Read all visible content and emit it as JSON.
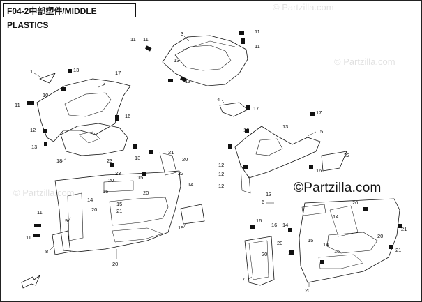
{
  "diagram": {
    "title": "F04-2中部塑件/MIDDLE PLASTICS",
    "watermark": "©Partzilla.com",
    "watermark_faint": [
      "© Partzilla.com",
      "© Partzilla.com",
      "© Partzilla.com"
    ],
    "callouts": [
      {
        "id": "c1",
        "label": "1"
      },
      {
        "id": "c2",
        "label": "2"
      },
      {
        "id": "c3",
        "label": "3"
      },
      {
        "id": "c4",
        "label": "4"
      },
      {
        "id": "c5",
        "label": "5"
      },
      {
        "id": "c6",
        "label": "6"
      },
      {
        "id": "c7",
        "label": "7"
      },
      {
        "id": "c8",
        "label": "8"
      },
      {
        "id": "c9",
        "label": "9"
      },
      {
        "id": "c10a",
        "label": "10"
      },
      {
        "id": "c10b",
        "label": "10"
      },
      {
        "id": "c11a",
        "label": "11"
      },
      {
        "id": "c11b",
        "label": "11"
      },
      {
        "id": "c11c",
        "label": "11"
      },
      {
        "id": "c11d",
        "label": "11"
      },
      {
        "id": "c11e",
        "label": "11"
      },
      {
        "id": "c12a",
        "label": "12"
      },
      {
        "id": "c12b",
        "label": "12"
      },
      {
        "id": "c12c",
        "label": "12"
      },
      {
        "id": "c12d",
        "label": "12"
      },
      {
        "id": "c13a",
        "label": "13"
      },
      {
        "id": "c13b",
        "label": "13"
      },
      {
        "id": "c13c",
        "label": "13"
      },
      {
        "id": "c13d",
        "label": "13"
      },
      {
        "id": "c13e",
        "label": "13"
      },
      {
        "id": "c13f",
        "label": "13"
      },
      {
        "id": "c13g",
        "label": "13"
      },
      {
        "id": "c13h",
        "label": "13"
      },
      {
        "id": "c14a",
        "label": "14"
      },
      {
        "id": "c14b",
        "label": "14"
      },
      {
        "id": "c14c",
        "label": "14"
      },
      {
        "id": "c14d",
        "label": "14"
      },
      {
        "id": "c14e",
        "label": "14"
      },
      {
        "id": "c15a",
        "label": "15"
      },
      {
        "id": "c15b",
        "label": "15"
      },
      {
        "id": "c15c",
        "label": "15"
      },
      {
        "id": "c15d",
        "label": "15"
      },
      {
        "id": "c15e",
        "label": "15"
      },
      {
        "id": "c16a",
        "label": "16"
      },
      {
        "id": "c16b",
        "label": "16"
      },
      {
        "id": "c16c",
        "label": "16"
      },
      {
        "id": "c16d",
        "label": "16"
      },
      {
        "id": "c17a",
        "label": "17"
      },
      {
        "id": "c17b",
        "label": "17"
      },
      {
        "id": "c17c",
        "label": "17"
      },
      {
        "id": "c18",
        "label": "18"
      },
      {
        "id": "c19",
        "label": "19"
      },
      {
        "id": "c20a",
        "label": "20"
      },
      {
        "id": "c20b",
        "label": "20"
      },
      {
        "id": "c20c",
        "label": "20"
      },
      {
        "id": "c20d",
        "label": "20"
      },
      {
        "id": "c20e",
        "label": "20"
      },
      {
        "id": "c20f",
        "label": "20"
      },
      {
        "id": "c20g",
        "label": "20"
      },
      {
        "id": "c20h",
        "label": "20"
      },
      {
        "id": "c20i",
        "label": "20"
      },
      {
        "id": "c20j",
        "label": "20"
      },
      {
        "id": "c21a",
        "label": "21"
      },
      {
        "id": "c21b",
        "label": "21"
      },
      {
        "id": "c21c",
        "label": "21"
      },
      {
        "id": "c21d",
        "label": "21"
      },
      {
        "id": "c22a",
        "label": "22"
      },
      {
        "id": "c22b",
        "label": "22"
      },
      {
        "id": "c23a",
        "label": "23"
      },
      {
        "id": "c23b",
        "label": "23"
      },
      {
        "id": "c11f",
        "label": "11"
      },
      {
        "id": "c11g",
        "label": "11"
      }
    ]
  }
}
